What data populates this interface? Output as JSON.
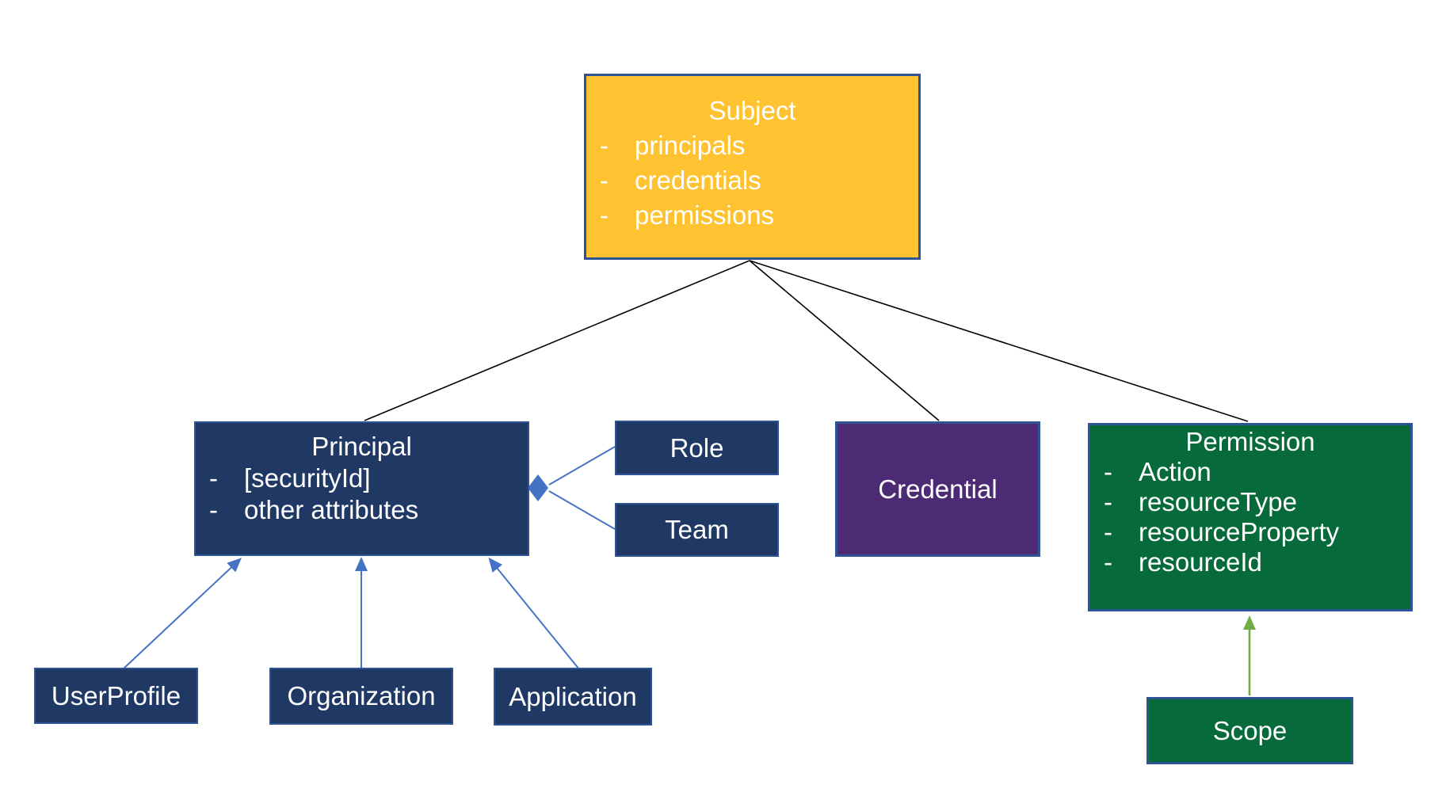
{
  "bullet": "-",
  "boxes": {
    "subject": {
      "title": "Subject",
      "items": [
        "principals",
        "credentials",
        "permissions"
      ]
    },
    "principal": {
      "title": "Principal",
      "items": [
        "[securityId]",
        "other attributes"
      ]
    },
    "role": {
      "title": "Role"
    },
    "team": {
      "title": "Team"
    },
    "credential": {
      "title": "Credential"
    },
    "permission": {
      "title": "Permission",
      "items": [
        "Action",
        "resourceType",
        "resourceProperty",
        "resourceId"
      ]
    },
    "scope": {
      "title": "Scope"
    },
    "userProfile": {
      "title": "UserProfile"
    },
    "organization": {
      "title": "Organization"
    },
    "application": {
      "title": "Application"
    }
  },
  "edges": [
    {
      "from": "Subject",
      "to": "Principal",
      "style": "black-line"
    },
    {
      "from": "Subject",
      "to": "Credential",
      "style": "black-line"
    },
    {
      "from": "Subject",
      "to": "Permission",
      "style": "black-line"
    },
    {
      "from": "Role",
      "to": "Principal",
      "style": "blue-line-diamond"
    },
    {
      "from": "Team",
      "to": "Principal",
      "style": "blue-line-diamond"
    },
    {
      "from": "UserProfile",
      "to": "Principal",
      "style": "blue-arrow"
    },
    {
      "from": "Organization",
      "to": "Principal",
      "style": "blue-arrow"
    },
    {
      "from": "Application",
      "to": "Principal",
      "style": "blue-arrow"
    },
    {
      "from": "Scope",
      "to": "Permission",
      "style": "green-arrow"
    }
  ],
  "colors": {
    "background": "#FFFFFF",
    "gold_fill": "#FFC230",
    "navy_fill": "#1F3864",
    "purple_fill": "#4D2A74",
    "green_fill": "#076A3B",
    "box_border": "#2F5496",
    "blue_connector": "#4472C4",
    "green_connector": "#70AD47",
    "black_connector": "#000000",
    "text": "#FFFFFF"
  }
}
